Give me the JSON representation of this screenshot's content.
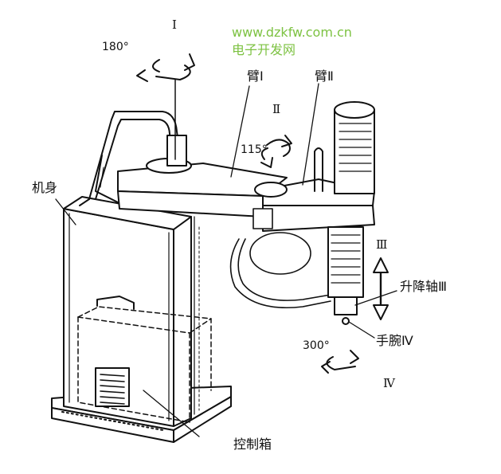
{
  "watermark": {
    "url": "www.dzkfw.com.cn",
    "site_name": "电子开发网",
    "color": "#7dc242"
  },
  "rotations": {
    "axis_1": {
      "numeral": "Ⅰ",
      "angle": "180°"
    },
    "axis_2": {
      "numeral": "Ⅱ",
      "angle": "115°"
    },
    "axis_3": {
      "numeral": "Ⅲ"
    },
    "axis_4": {
      "numeral": "Ⅳ",
      "angle": "300°"
    }
  },
  "labels": {
    "arm_1": "臂Ⅰ",
    "arm_2": "臂Ⅱ",
    "body": "机身",
    "lift_axis": "升降轴Ⅲ",
    "wrist": "手腕Ⅳ",
    "control_box": "控制箱"
  },
  "colors": {
    "line": "#111111",
    "background": "#ffffff"
  }
}
